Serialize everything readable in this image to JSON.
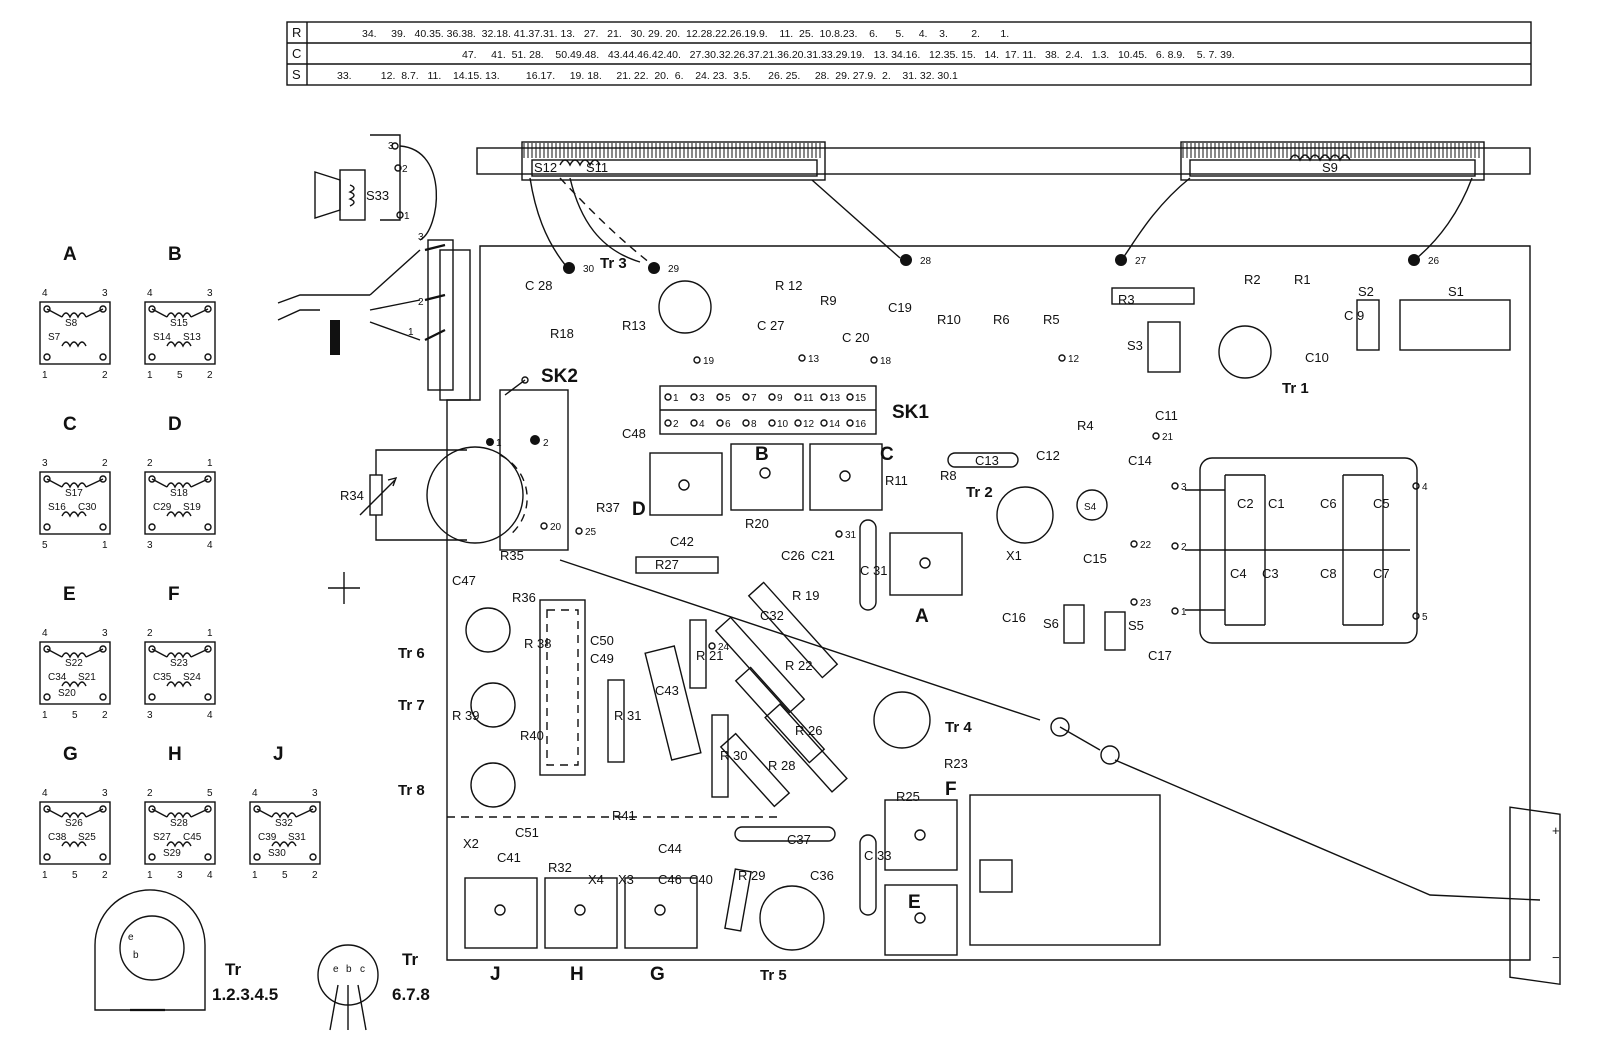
{
  "ref_table": {
    "rows": [
      {
        "key": "R",
        "text": "34.     39.   40.35. 36.38.  32.18. 41.37.31. 13.   27.   21.   30. 29. 20.  12.28.22.26.19.9.    11.  25.  10.8.23.    6.      5.     4.    3.        2.       1."
      },
      {
        "key": "C",
        "text": "47.     41.  51. 28.    50.49.48.   43.44.46.42.40.   27.30.32.26.37.21.36.20.31.33.29.19.   13. 34.16.   12.35. 15.   14.  17. 11.   38.  2.4.   1.3.   10.45.   6. 8.9.    5. 7. 39."
      },
      {
        "key": "S",
        "text": "33.          12.  8.7.   11.    14.15. 13.         16.17.     19. 18.     21. 22.  20.  6.    24. 23.  3.5.      26. 25.     28.  29. 27.9.  2.    31. 32. 30.1"
      }
    ]
  },
  "coils": [
    {
      "letter": "A",
      "inner": [
        "S8",
        "S7"
      ],
      "pins": [
        "4",
        "3",
        "1",
        "2"
      ]
    },
    {
      "letter": "B",
      "inner": [
        "S15",
        "S14",
        "S13"
      ],
      "pins": [
        "4",
        "3",
        "1",
        "5",
        "2"
      ]
    },
    {
      "letter": "C",
      "inner": [
        "S17",
        "S16",
        "C30"
      ],
      "pins": [
        "3",
        "2",
        "5",
        "1"
      ]
    },
    {
      "letter": "D",
      "inner": [
        "S18",
        "C29",
        "S19"
      ],
      "pins": [
        "2",
        "1",
        "3",
        "4"
      ]
    },
    {
      "letter": "E",
      "inner": [
        "S22",
        "C34",
        "S21",
        "S20"
      ],
      "pins": [
        "4",
        "3",
        "1",
        "5",
        "2"
      ]
    },
    {
      "letter": "F",
      "inner": [
        "S23",
        "C35",
        "S24"
      ],
      "pins": [
        "2",
        "1",
        "3",
        "4"
      ]
    },
    {
      "letter": "G",
      "inner": [
        "S26",
        "C38",
        "S25"
      ],
      "pins": [
        "4",
        "3",
        "1",
        "5",
        "2"
      ]
    },
    {
      "letter": "H",
      "inner": [
        "S28",
        "S27",
        "C45",
        "S29"
      ],
      "pins": [
        "2",
        "5",
        "1",
        "3",
        "4"
      ]
    },
    {
      "letter": "J",
      "inner": [
        "S32",
        "C39",
        "S31",
        "S30"
      ],
      "pins": [
        "4",
        "3",
        "1",
        "5",
        "2"
      ]
    }
  ],
  "transistor_keys": [
    {
      "label_top": "Tr",
      "label_bottom": "1.2.3.4.5"
    },
    {
      "label_top": "Tr",
      "label_bottom": "6.7.8"
    }
  ],
  "board_labels": {
    "sk1": "SK1",
    "sk2": "SK2",
    "tr1": "Tr 1",
    "tr2": "Tr 2",
    "tr3": "Tr 3",
    "tr4": "Tr 4",
    "tr5": "Tr 5",
    "tr6": "Tr 6",
    "tr7": "Tr 7",
    "tr8": "Tr 8",
    "coil_a": "A",
    "coil_b": "B",
    "coil_c": "C",
    "coil_d": "D",
    "coil_e": "E",
    "coil_f": "F",
    "coil_g": "G",
    "coil_h": "H",
    "coil_j": "J",
    "s33": "S33",
    "s12": "S12",
    "s11": "S11",
    "s9": "S9",
    "r34": "R34",
    "s1": "S1",
    "s2": "S2",
    "s3": "S3",
    "s4": "S4",
    "s5": "S5",
    "s6": "S6",
    "plus": "+",
    "minus": "−"
  },
  "components": [
    "C 28",
    "R18",
    "R13",
    "R 12",
    "R9",
    "C19",
    "C 20",
    "C 27",
    "R10",
    "R6",
    "R5",
    "R3",
    "R2",
    "R1",
    "C 9",
    "C10",
    "C11",
    "R4",
    "C14",
    "C12",
    "C13",
    "R11",
    "R8",
    "C48",
    "R37",
    "C42",
    "R20",
    "C26",
    "C21",
    "C 31",
    "X1",
    "C15",
    "C16",
    "C17",
    "C2",
    "C1",
    "C6",
    "C5",
    "C4",
    "C3",
    "C8",
    "C7",
    "R35",
    "R36",
    "C47",
    "R 38",
    "R 39",
    "R40",
    "C50",
    "C49",
    "R27",
    "R 31",
    "C43",
    "R 21",
    "R 30",
    "C32",
    "R 19",
    "R 22",
    "R 26",
    "R 28",
    "R23",
    "R25",
    "C 33",
    "X2",
    "C51",
    "C41",
    "R41",
    "R32",
    "X4",
    "X3",
    "C44",
    "C46",
    "C40",
    "C37",
    "R 29",
    "C36"
  ],
  "wire_points": [
    "30",
    "29",
    "28",
    "27",
    "26",
    "19",
    "13",
    "18",
    "12",
    "21",
    "22",
    "23",
    "3",
    "2",
    "1",
    "4",
    "5",
    "20",
    "25",
    "24",
    "31"
  ],
  "sk1_pins": {
    "top": [
      "1",
      "3",
      "5",
      "7",
      "9",
      "11",
      "13",
      "15"
    ],
    "bottom": [
      "2",
      "4",
      "6",
      "8",
      "10",
      "12",
      "14",
      "16"
    ]
  }
}
